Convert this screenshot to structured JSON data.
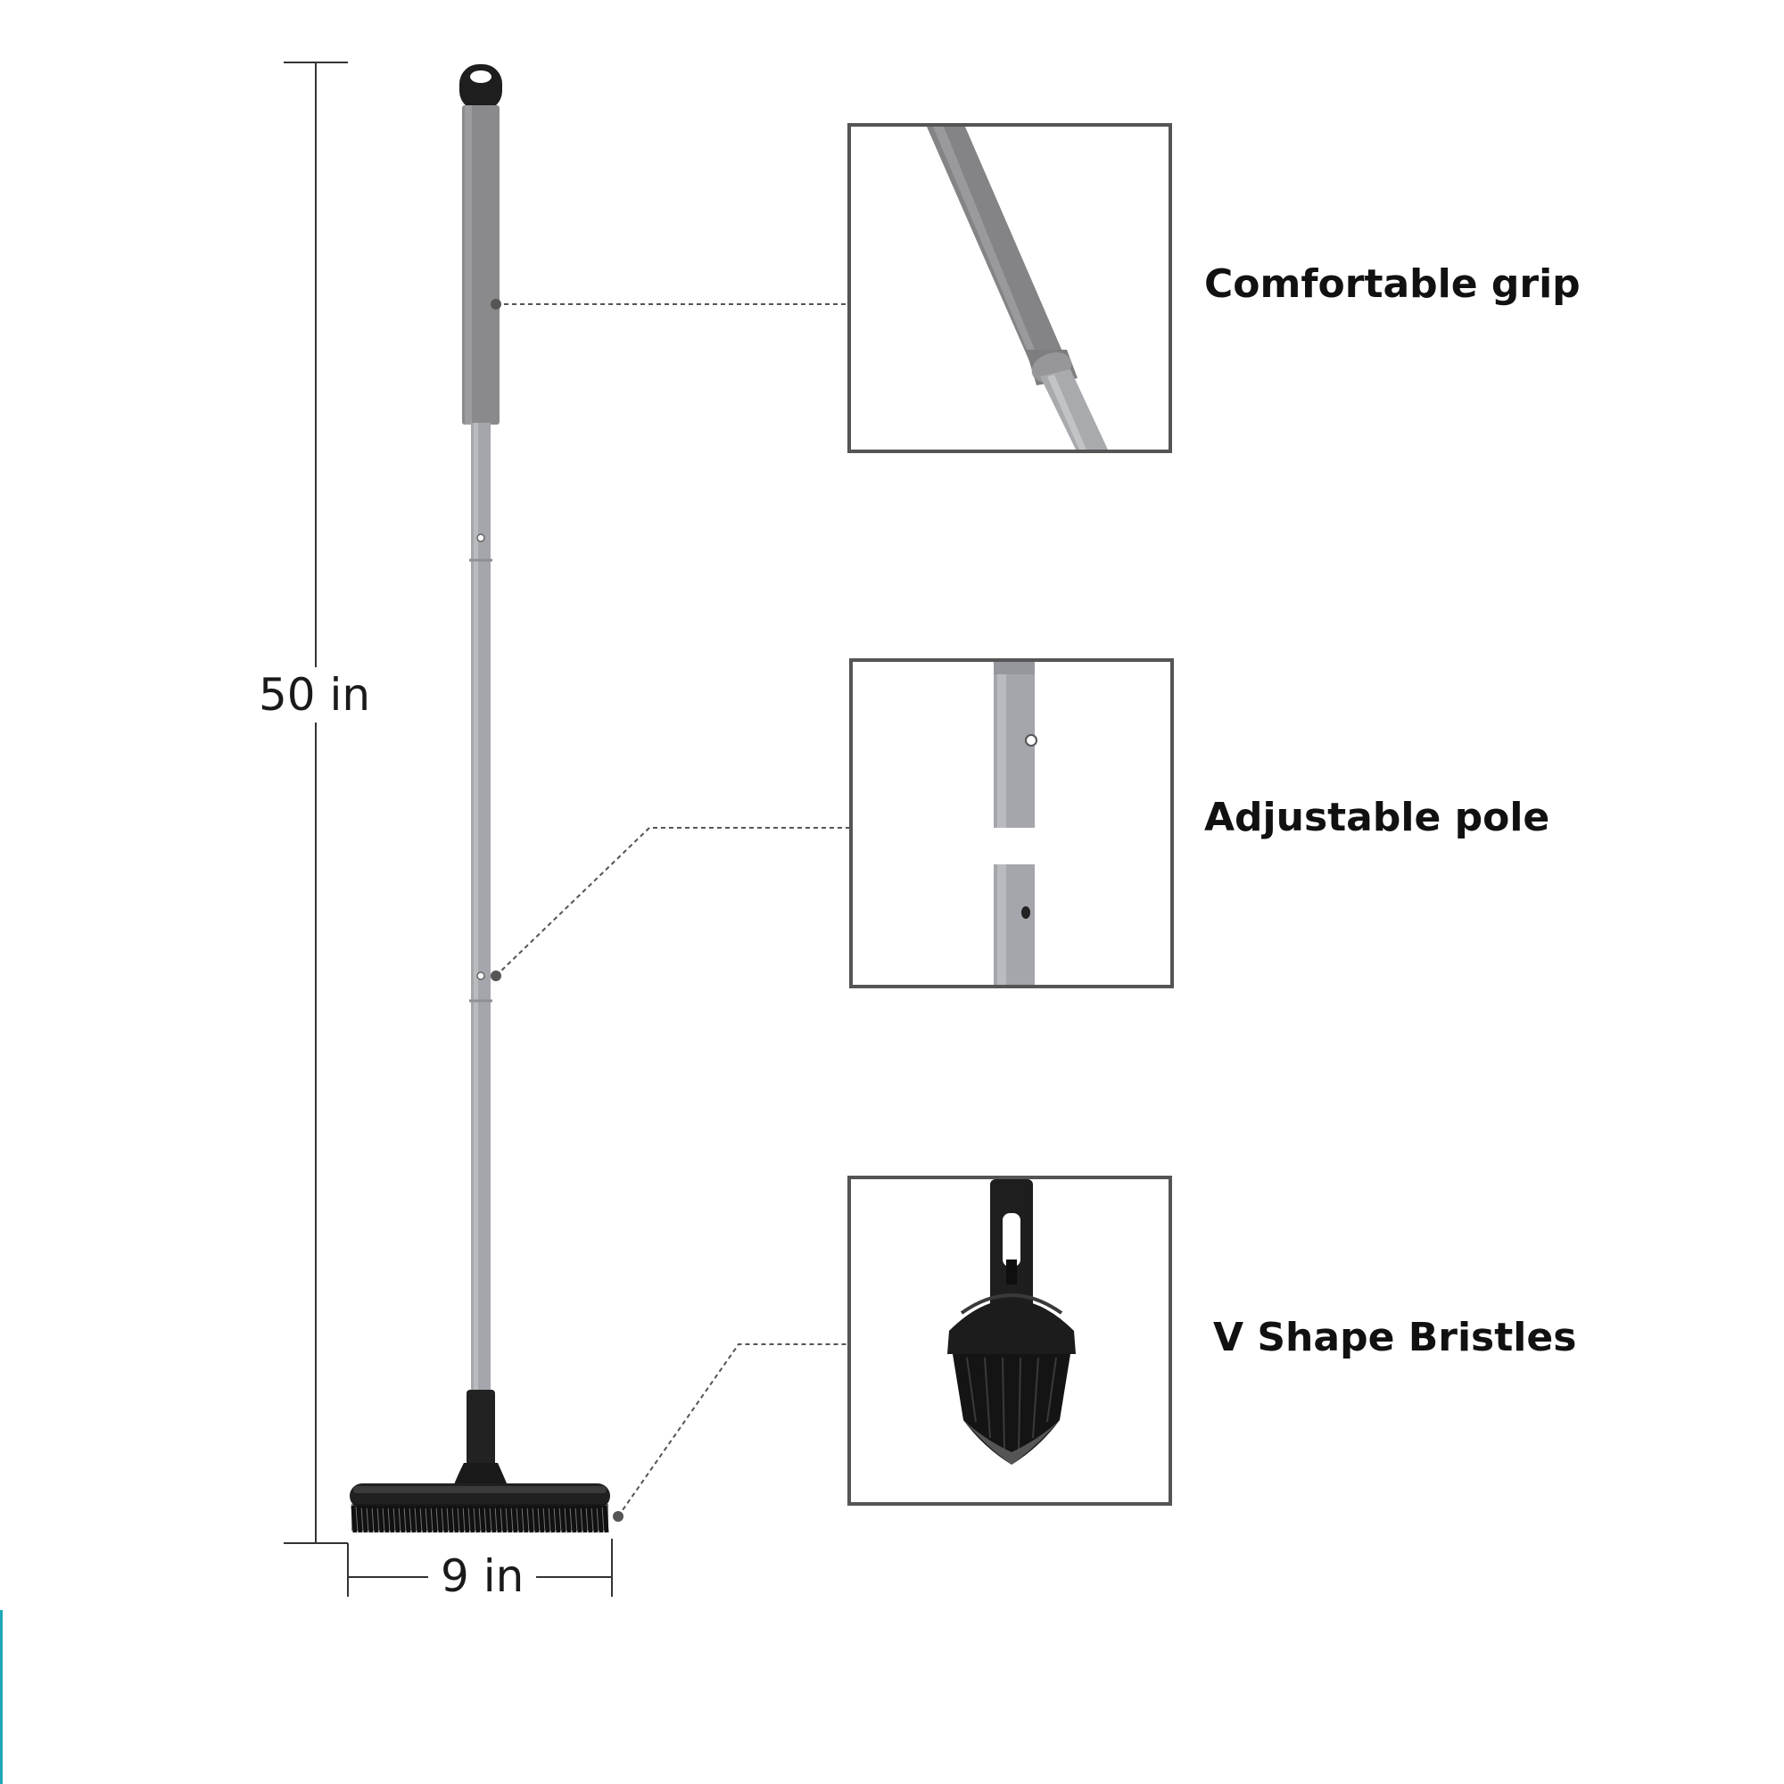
{
  "dimensions": {
    "height_label": "50 in",
    "width_label": "9 in"
  },
  "features": [
    {
      "label": "Comfortable grip"
    },
    {
      "label": "Adjustable pole"
    },
    {
      "label": "V Shape Bristles"
    }
  ],
  "colors": {
    "handle_grip": "#8a8a8c",
    "pole": "#a4a6ab",
    "brush": "#1c1c1c",
    "frame": "#555555",
    "accent_edge": "#1ea7b8"
  }
}
